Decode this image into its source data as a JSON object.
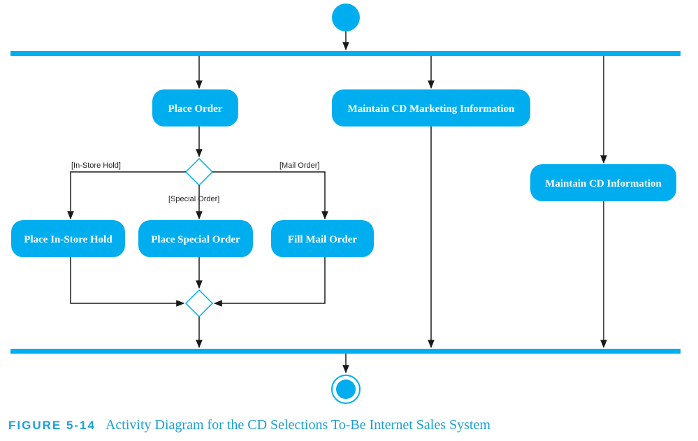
{
  "colors": {
    "accent": "#00aeef",
    "line": "#1a1a1a",
    "caption": "#1aa0d8"
  },
  "activities": {
    "place_order": "Place Order",
    "maintain_cd_marketing": "Maintain CD Marketing Information",
    "maintain_cd_info": "Maintain CD Information",
    "place_in_store_hold": "Place In-Store Hold",
    "place_special_order": "Place Special Order",
    "fill_mail_order": "Fill Mail Order"
  },
  "guards": {
    "in_store_hold": "[In-Store Hold]",
    "special_order": "[Special Order]",
    "mail_order": "[Mail Order]"
  },
  "caption": {
    "figure_number": "FIGURE 5-14",
    "text": "Activity Diagram for the CD Selections To-Be Internet Sales System"
  }
}
